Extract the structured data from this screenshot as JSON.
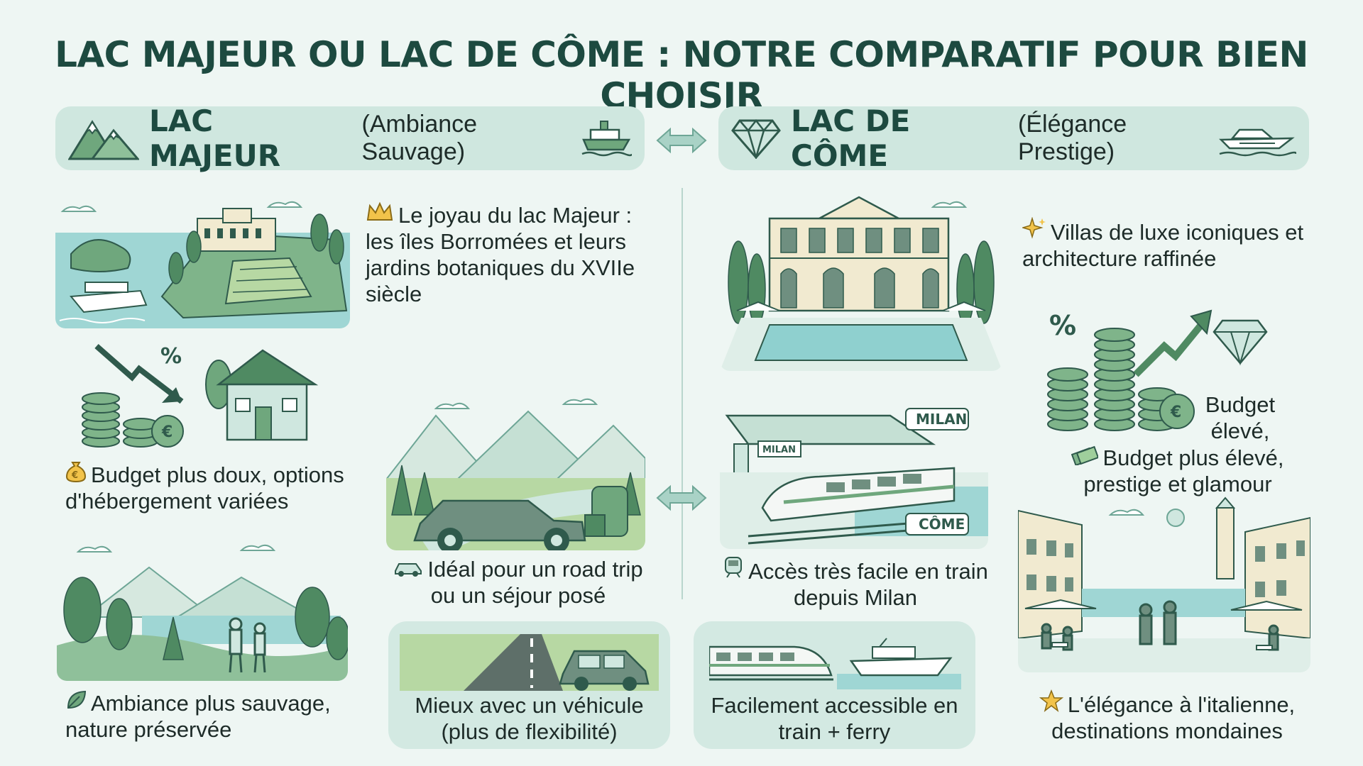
{
  "title": "LAC MAJEUR OU LAC DE CÔME : NOTRE COMPARATIF POUR BIEN CHOISIR",
  "majeur": {
    "name": "LAC MAJEUR",
    "subtitle": "(Ambiance Sauvage)",
    "joyau": "Le joyau du lac Majeur : les îles Borromées et leurs jardins botaniques du XVIIe siècle",
    "budget": "Budget plus doux, options d'hébergement variées",
    "roadtrip": "Idéal pour un road trip ou un séjour posé",
    "ambiance": "Ambiance plus sauvage, nature préservée",
    "vehicule": "Mieux avec un véhicule (plus de flexibilité)"
  },
  "come": {
    "name": "LAC DE CÔME",
    "subtitle": "(Élégance Prestige)",
    "villas": "Villas de luxe iconiques et architecture raffinée",
    "budget_a": "Budget élevé,",
    "budget_b": "Budget plus élevé, prestige et glamour",
    "train": "Accès très facile en train depuis Milan",
    "train_ferry": "Facilement accessible en train + ferry",
    "elegance": "L'élégance à l'italienne, destinations mondaines",
    "sign_milan": "MILAN",
    "sign_come": "CÔME",
    "sign_station": "MILAN"
  },
  "icons": {
    "banner_left": "mountain-icon",
    "banner_left_boat": "ferry-icon",
    "banner_right": "diamond-icon",
    "banner_right_boat": "yacht-icon",
    "crown": "crown-icon",
    "money_bag": "money-bag-icon",
    "car": "car-icon",
    "leaf": "leaf-icon",
    "sparkle": "sparkle-icon",
    "banknotes": "banknotes-icon",
    "train": "train-icon",
    "star": "star-icon",
    "arrows": "double-arrow-icon"
  },
  "colors": {
    "background": "#eef6f3",
    "banner": "#cfe7df",
    "panel": "#d3e9e2",
    "title": "#1d4a40",
    "water": "#8fd0cf",
    "green": "#6fa77d",
    "dark_green": "#2f5a4c"
  }
}
